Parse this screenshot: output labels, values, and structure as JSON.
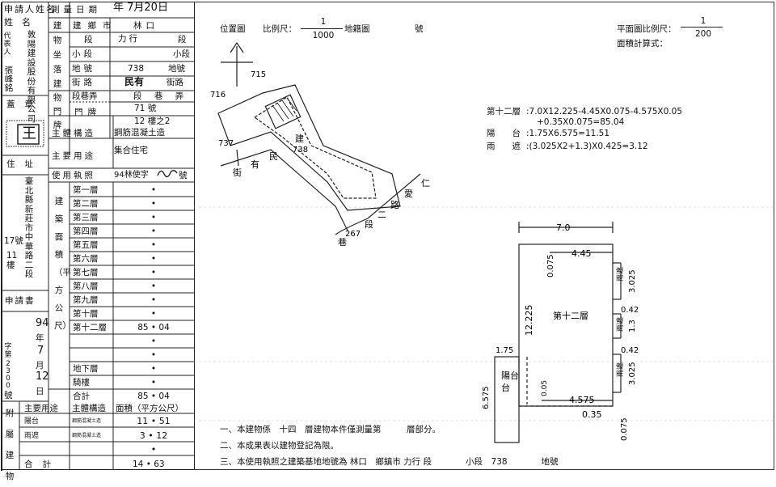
{
  "left": {
    "applicant_label": "申請人姓名",
    "representative_label": "代表人",
    "company_name": "敦陽建設股份有限公司",
    "representative_name": "張峰銘",
    "seal_label": "蓋章",
    "seal_char": "王",
    "address_label": "住址",
    "address_value": "臺北縣新莊市中華路二段",
    "address_no": "17號",
    "address_floor": "11樓",
    "application_label": "申請書",
    "date_year": "94",
    "date_year_unit": "年",
    "date_month": "7",
    "date_month_unit": "月",
    "date_day": "12",
    "date_day_unit": "日",
    "serial_label": "字第",
    "serial_value": "2300",
    "serial_suffix": "號",
    "survey_date_label": "測量日期",
    "survey_date_value": "年 7月20日",
    "location_label": "建物坐落",
    "city_label": "鄉市",
    "city_value": "林口",
    "section_value": "力行",
    "section_label": "段",
    "subsection_value": "小段",
    "parcel_label": "地號",
    "parcel_value": "738",
    "door_label": "建物門牌",
    "street_label": "街路",
    "street_value": "民有",
    "street_unit": "街路",
    "lane_label": "段巷弄",
    "lane_value": "段 巷 弄",
    "door_no_label": "門牌",
    "door_no_value": "71 號",
    "door_floor_value": "12 樓之2",
    "structure_label": "主體構造",
    "structure_value": "鋼筋混凝土造",
    "usage_label": "主要用途",
    "usage_value": "集合住宅",
    "permit_label": "使用執照",
    "permit_value": "94林使字",
    "permit_no_suffix": "號",
    "area_group_label": "建築面積（平方公尺）",
    "floors": [
      {
        "name": "第一層",
        "value": "•"
      },
      {
        "name": "第二層",
        "value": "•"
      },
      {
        "name": "第三層",
        "value": "•"
      },
      {
        "name": "第四層",
        "value": "•"
      },
      {
        "name": "第五層",
        "value": "•"
      },
      {
        "name": "第六層",
        "value": "•"
      },
      {
        "name": "第七層",
        "value": "•"
      },
      {
        "name": "第八層",
        "value": "•"
      },
      {
        "name": "第九層",
        "value": "•"
      },
      {
        "name": "第十層",
        "value": "•"
      },
      {
        "name": "第十二層",
        "value": "85 • 04"
      },
      {
        "name": "",
        "value": "•"
      },
      {
        "name": "",
        "value": "•"
      },
      {
        "name": "地下層",
        "value": "•"
      },
      {
        "name": "騎樓",
        "value": "•"
      },
      {
        "name": "合計",
        "value": "85 • 04"
      }
    ],
    "annex_label": "附屬建物",
    "annex_headers": [
      "主要用途",
      "主體構造",
      "面積（平方公尺）"
    ],
    "annex_rows": [
      {
        "use": "陽台",
        "struct": "鋼筋混凝土造",
        "area": "11 • 51"
      },
      {
        "use": "雨遮",
        "struct": "鋼筋混凝土造",
        "area": "3 • 12"
      },
      {
        "use": "",
        "struct": "",
        "area": "•"
      }
    ],
    "annex_total_label": "合計",
    "annex_total_value": "14 • 63"
  },
  "right": {
    "location_map_label": "位置圖",
    "scale_label": "比例尺：",
    "loc_scale_num": "1",
    "loc_scale_den": "1000",
    "cadastral_label": "地籍圖",
    "cadastral_no_label": "號",
    "plan_scale_label": "平面圖比例尺：",
    "plan_scale_num": "1",
    "plan_scale_den": "200",
    "area_formula_label": "面積計算式：",
    "calc_line1_label": "第十二層",
    "calc_line1_value": ":7.0X12.225-4.45X0.075-4.575X0.05",
    "calc_line2_value": "+0.35X0.075=85.04",
    "calc_line3_label": "陽　　台",
    "calc_line3_value": ":1.75X6.575=11.51",
    "calc_line4_label": "雨　　遮",
    "calc_line4_value": ":(3.025X2+1.3)X0.425=3.12",
    "map_labels": {
      "p715": "715",
      "p716": "716",
      "p737": "737",
      "b_jian": "建",
      "p738": "738",
      "street_min": "民",
      "street_you": "有",
      "street_jie": "街",
      "road_ren": "仁",
      "road_ai": "愛",
      "road_lu": "路",
      "road_er": "二",
      "road_duan": "段",
      "lane_267": "267",
      "lane_xiang": "巷"
    },
    "plan_labels": {
      "w_top": "7.0",
      "w_445": "4.45",
      "d_0075a": "0.075",
      "h_12225": "12.225",
      "floor_name": "第十二層",
      "rain1": "雨遮",
      "d_3025a": "3.025",
      "d_0425a": "0.425",
      "rain2": "雨遮",
      "d_13": "1.3",
      "d_0425b": "0.425",
      "rain3": "雨遮",
      "d_3025b": "3.025",
      "d_175": "1.75",
      "balcony": "陽台",
      "d_6575": "6.575",
      "d_005": "0.05",
      "w_4575": "4.575",
      "d_035": "0.35",
      "d_0075b": "0.075"
    },
    "notes": [
      "一、本建物係　十四　層建物本件僅測量第　　　層部分。",
      "二、本成果表以建物登記為限。",
      "三、本使用執照之建築基地地號為 林口　鄉鎮市 力行 段　　　　小段　738　　　　地號"
    ],
    "note_floor": "十四"
  }
}
